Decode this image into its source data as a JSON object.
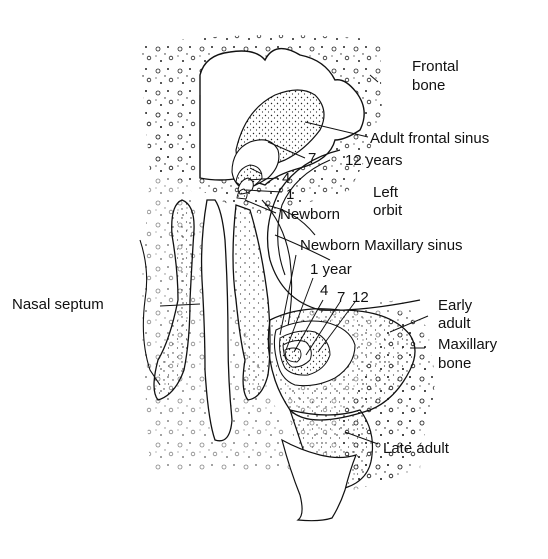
{
  "labels": {
    "frontal_bone": [
      "Frontal",
      "bone"
    ],
    "adult_frontal_sinus": "Adult frontal sinus",
    "age_7": "7",
    "age_12_years": "12 years",
    "age_4": "4",
    "age_1": "1",
    "newborn": "Newborn",
    "left_orbit": [
      "Left",
      "orbit"
    ],
    "newborn_maxillary_sinus": "Newborn Maxillary sinus",
    "one_year": "1 year",
    "max_4": "4",
    "max_7": "7",
    "max_12": "12",
    "early_adult": [
      "Early",
      "adult"
    ],
    "maxillary_bone": [
      "Maxillary",
      "bone"
    ],
    "nasal_septum": "Nasal septum",
    "late_adult": "Late adult"
  },
  "colors": {
    "line": "#111111",
    "stipple": "#222222",
    "background": "#ffffff"
  }
}
